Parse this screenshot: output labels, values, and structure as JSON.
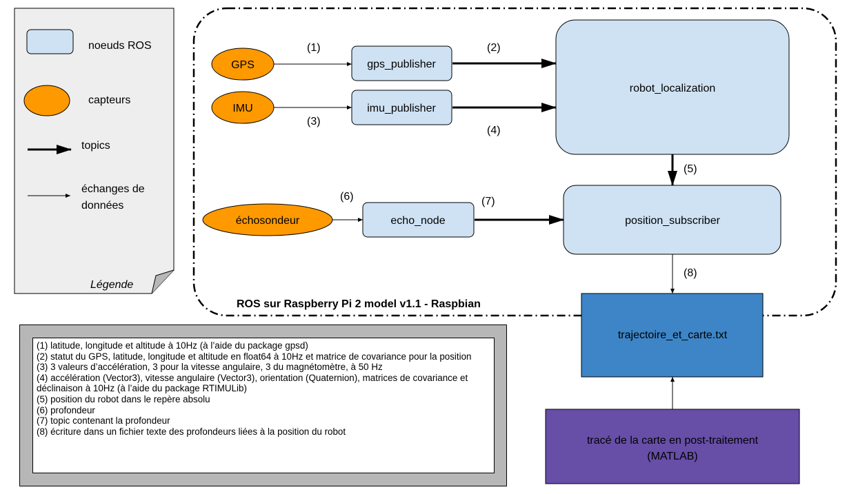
{
  "legend": {
    "caption": "Légende",
    "items": {
      "node": "noeuds ROS",
      "sensor": "capteurs",
      "topic": "topics",
      "exchange_line1": "échanges de",
      "exchange_line2": "données"
    }
  },
  "system_boundary_label": "ROS sur Raspberry Pi 2 model v1.1 - Raspbian",
  "sensors": {
    "gps": "GPS",
    "imu": "IMU",
    "echo": "échosondeur"
  },
  "nodes": {
    "gps_publisher": "gps_publisher",
    "imu_publisher": "imu_publisher",
    "echo_node": "echo_node",
    "robot_localization": "robot_localization",
    "position_subscriber": "position_subscriber"
  },
  "outputs": {
    "file": "trajectoire_et_carte.txt",
    "matlab_line1": "tracé de la carte en post-traitement",
    "matlab_line2": "(MATLAB)"
  },
  "edge_labels": {
    "e1": "(1)",
    "e2": "(2)",
    "e3": "(3)",
    "e4": "(4)",
    "e5": "(5)",
    "e6": "(6)",
    "e7": "(7)",
    "e8": "(8)"
  },
  "notes": [
    "(1) latitude, longitude et altitude à 10Hz (à l’aide du package gpsd)",
    "(2) statut du GPS, latitude, longitude et altitude en float64 à 10Hz et matrice de covariance pour la position",
    "(3) 3 valeurs d’accélération, 3 pour la vitesse angulaire, 3 du magnétomètre, à 50 Hz",
    "(4) accélération (Vector3), vitesse angulaire (Vector3), orientation (Quaternion), matrices de covariance et déclinaison à 10Hz (à l’aide du package RTIMULib)",
    "(5) position du robot dans le repère absolu",
    "(6) profondeur",
    "(7) topic contenant la profondeur",
    "(8) écriture dans un fichier texte des profondeurs liées à la position du robot"
  ],
  "colors": {
    "node_fill": "#cfe2f3",
    "sensor_fill": "#ff9900",
    "file_fill": "#3d85c6",
    "matlab_fill": "#674ea7",
    "legend_fill": "#eeeeee",
    "notes_frame": "#b7b7b7"
  }
}
